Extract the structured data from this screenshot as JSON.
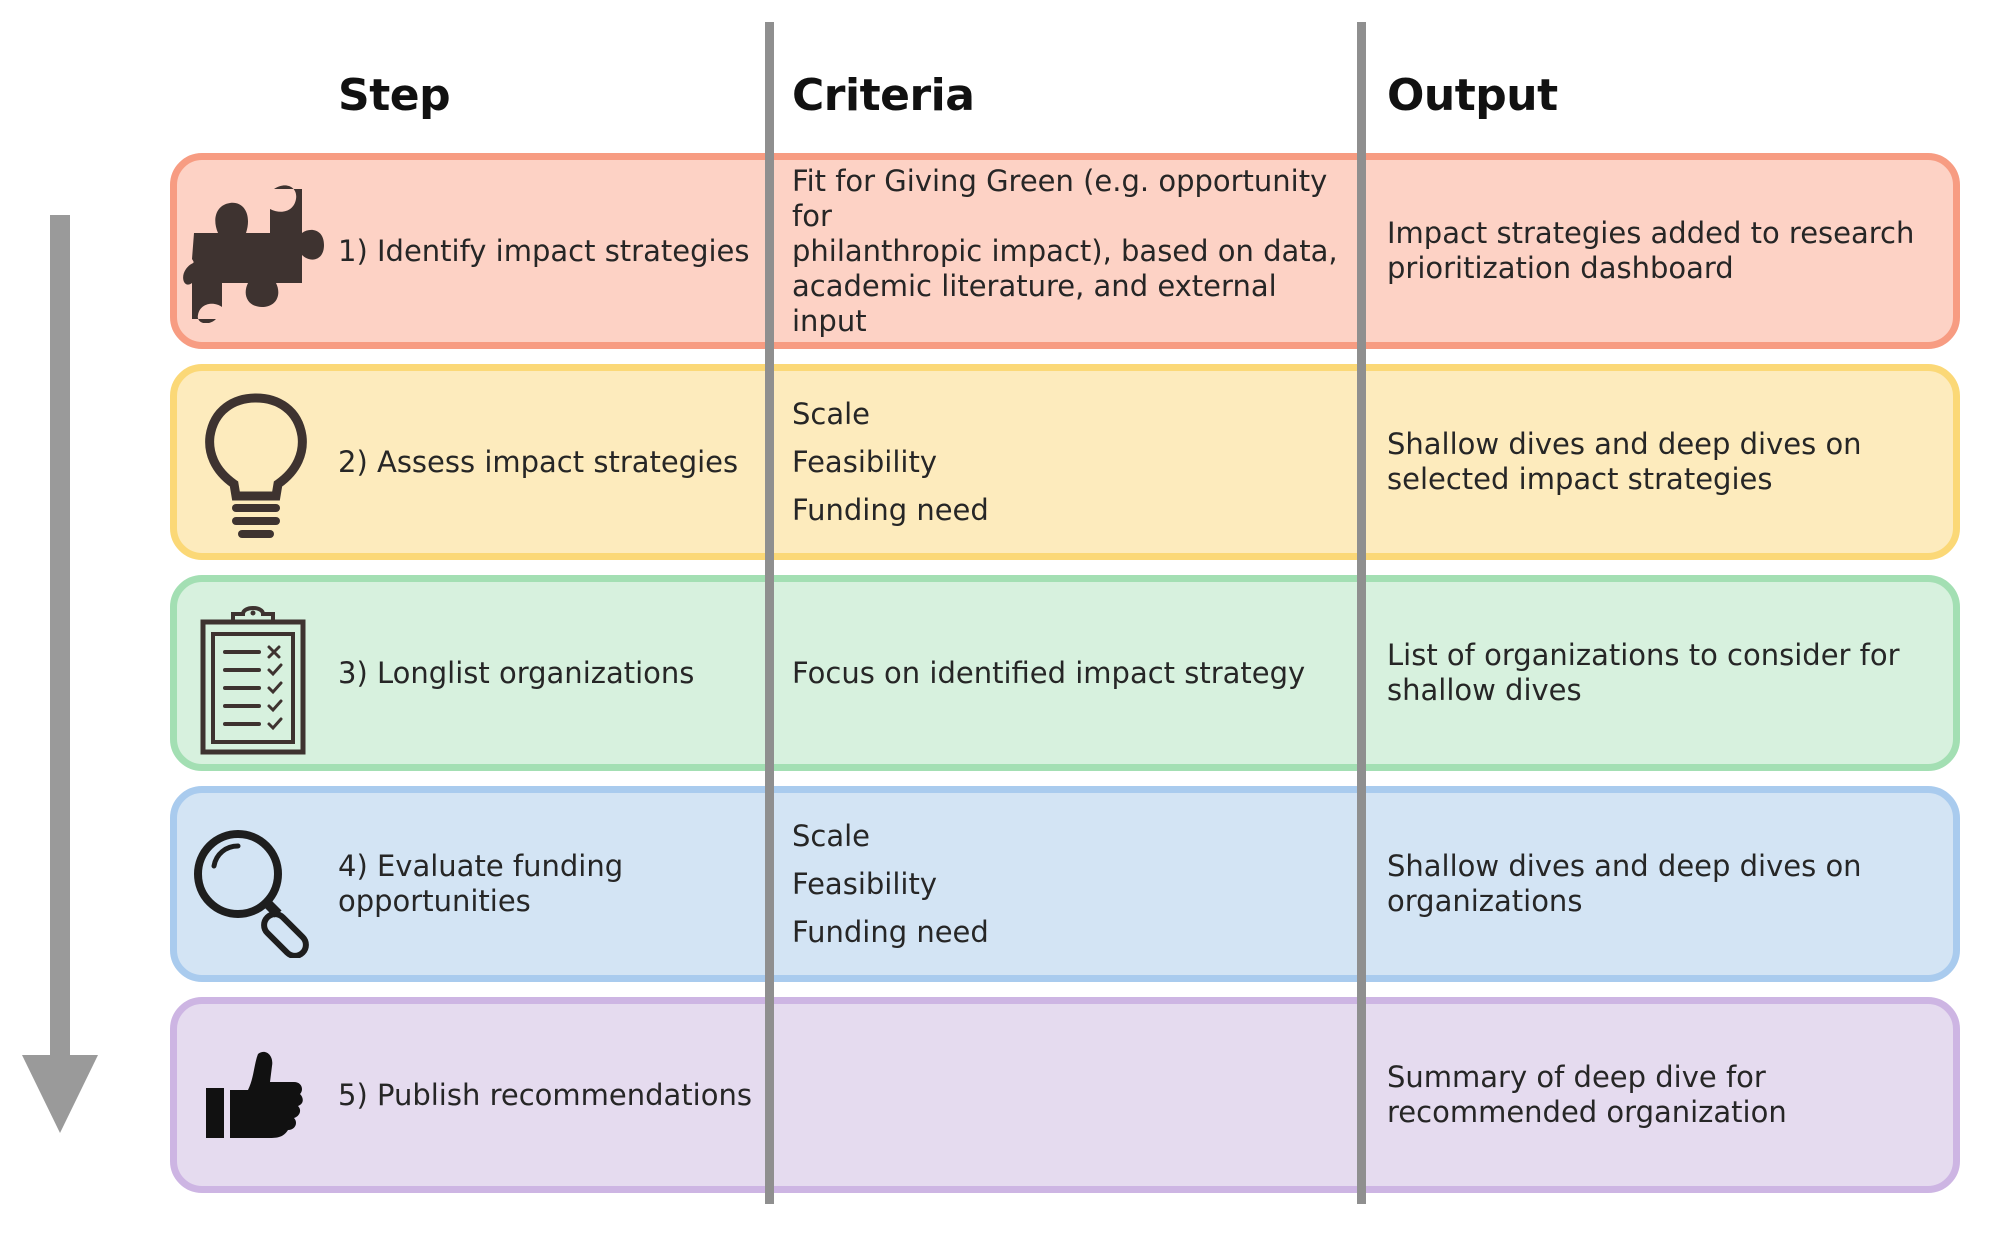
{
  "headers": {
    "step": "Step",
    "criteria": "Criteria",
    "output": "Output"
  },
  "colors": {
    "row1_fill": "#fdd2c5",
    "row1_border": "#f79c82",
    "row2_fill": "#fdebbd",
    "row2_border": "#fbd877",
    "row3_fill": "#d7f1de",
    "row3_border": "#a3dfb3",
    "row4_fill": "#d3e4f4",
    "row4_border": "#a9cbee",
    "row5_fill": "#e5dbef",
    "row5_border": "#cdb5e3",
    "divider": "#8f8f8f",
    "arrow": "#9a9a9a",
    "icon_dark": "#3e3330"
  },
  "rows": [
    {
      "icon": "puzzle-piece-icon",
      "step": "1) Identify impact strategies",
      "criteria_lines": [
        "Fit for Giving Green (e.g. opportunity for",
        "philanthropic impact), based on data,",
        "academic literature, and external input"
      ],
      "output_lines": [
        "Impact strategies added to research",
        "prioritization dashboard"
      ]
    },
    {
      "icon": "lightbulb-icon",
      "step": "2) Assess impact strategies",
      "criteria_items": [
        "Scale",
        "Feasibility",
        "Funding need"
      ],
      "output_lines": [
        "Shallow dives and deep dives on",
        "selected impact strategies"
      ]
    },
    {
      "icon": "clipboard-checklist-icon",
      "step": "3) Longlist organizations",
      "criteria_lines": [
        "Focus on identified impact strategy"
      ],
      "output_lines": [
        "List of organizations to consider for",
        "shallow dives"
      ]
    },
    {
      "icon": "magnifying-glass-icon",
      "step_lines": [
        "4) Evaluate funding",
        "opportunities"
      ],
      "criteria_items": [
        "Scale",
        "Feasibility",
        "Funding need"
      ],
      "output_lines": [
        "Shallow dives and deep dives on",
        "organizations"
      ]
    },
    {
      "icon": "thumbs-up-icon",
      "step": "5) Publish recommendations",
      "output_lines": [
        "Summary of deep dive for",
        "recommended organization"
      ]
    }
  ]
}
